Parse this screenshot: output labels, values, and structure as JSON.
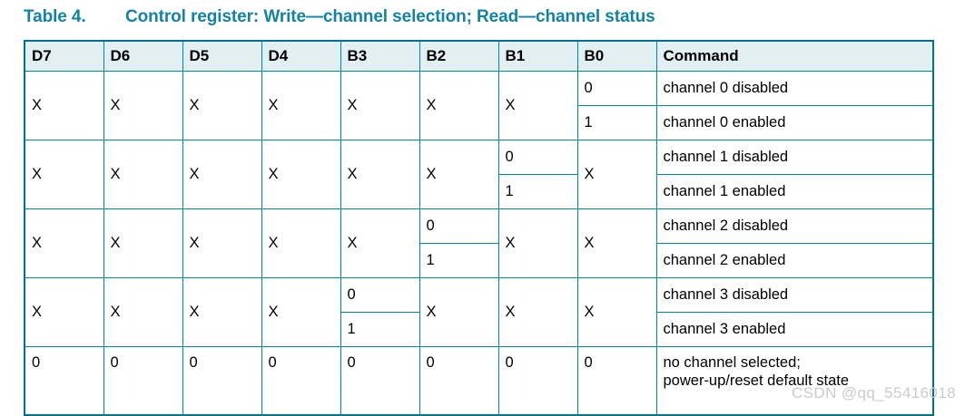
{
  "caption": {
    "number": "Table 4.",
    "text": "Control register: Write—channel selection; Read—channel status"
  },
  "colors": {
    "caption": "#1382A3",
    "header_bg": "#E2EFF3",
    "border_outer": "#00718C",
    "border_inner": "#00859E",
    "watermark": "#C9CCCE"
  },
  "table": {
    "headers": [
      "D7",
      "D6",
      "D5",
      "D4",
      "B3",
      "B2",
      "B1",
      "B0",
      "Command"
    ],
    "groups": [
      {
        "id": "channel-0",
        "spanned": [
          {
            "col": "D7",
            "value": "X"
          },
          {
            "col": "D6",
            "value": "X"
          },
          {
            "col": "D5",
            "value": "X"
          },
          {
            "col": "D4",
            "value": "X"
          },
          {
            "col": "B3",
            "value": "X"
          },
          {
            "col": "B2",
            "value": "X"
          },
          {
            "col": "B1",
            "value": "X"
          }
        ],
        "select_col": "B0",
        "rows": [
          {
            "bit": "0",
            "trailing": [],
            "command": "channel 0 disabled"
          },
          {
            "bit": "1",
            "trailing": [],
            "command": "channel 0 enabled"
          }
        ],
        "trailing_spanned": []
      },
      {
        "id": "channel-1",
        "spanned": [
          {
            "col": "D7",
            "value": "X"
          },
          {
            "col": "D6",
            "value": "X"
          },
          {
            "col": "D5",
            "value": "X"
          },
          {
            "col": "D4",
            "value": "X"
          },
          {
            "col": "B3",
            "value": "X"
          },
          {
            "col": "B2",
            "value": "X"
          }
        ],
        "select_col": "B1",
        "rows": [
          {
            "bit": "0",
            "command": "channel 1 disabled"
          },
          {
            "bit": "1",
            "command": "channel 1 enabled"
          }
        ],
        "trailing_spanned": [
          {
            "col": "B0",
            "value": "X"
          }
        ]
      },
      {
        "id": "channel-2",
        "spanned": [
          {
            "col": "D7",
            "value": "X"
          },
          {
            "col": "D6",
            "value": "X"
          },
          {
            "col": "D5",
            "value": "X"
          },
          {
            "col": "D4",
            "value": "X"
          },
          {
            "col": "B3",
            "value": "X"
          }
        ],
        "select_col": "B2",
        "rows": [
          {
            "bit": "0",
            "command": "channel 2 disabled"
          },
          {
            "bit": "1",
            "command": "channel 2 enabled"
          }
        ],
        "trailing_spanned": [
          {
            "col": "B1",
            "value": "X"
          },
          {
            "col": "B0",
            "value": "X"
          }
        ]
      },
      {
        "id": "channel-3",
        "spanned": [
          {
            "col": "D7",
            "value": "X"
          },
          {
            "col": "D6",
            "value": "X"
          },
          {
            "col": "D5",
            "value": "X"
          },
          {
            "col": "D4",
            "value": "X"
          }
        ],
        "select_col": "B3",
        "rows": [
          {
            "bit": "0",
            "command": "channel 3 disabled"
          },
          {
            "bit": "1",
            "command": "channel 3 enabled"
          }
        ],
        "trailing_spanned": [
          {
            "col": "B2",
            "value": "X"
          },
          {
            "col": "B1",
            "value": "X"
          },
          {
            "col": "B0",
            "value": "X"
          }
        ]
      }
    ],
    "default_row": {
      "id": "no-channel-selected",
      "bits": [
        "0",
        "0",
        "0",
        "0",
        "0",
        "0",
        "0",
        "0"
      ],
      "command_line1": "no channel selected;",
      "command_line2": "power-up/reset default state"
    }
  },
  "watermark": {
    "text": "CSDN @qq_55416018"
  }
}
